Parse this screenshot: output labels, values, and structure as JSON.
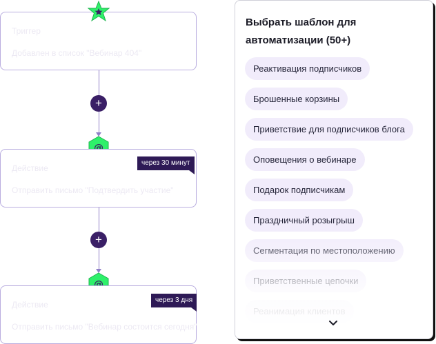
{
  "flow": {
    "cards": [
      {
        "title": "Триггер",
        "desc": "Добавлен в список \"Вебинар 404\""
      },
      {
        "title": "Действие",
        "desc": "Отправить письмо \"Подтвердить участие\""
      },
      {
        "title": "Действие",
        "desc": "Отправить письмо \"Вебинар состоится сегодня\""
      }
    ],
    "delays": [
      "через 30 минут",
      "через 3 дня"
    ],
    "add_icon": "+",
    "email_icon": "@"
  },
  "templates": {
    "title": "Выбрать шаблон для автоматизации (50+)",
    "items": [
      "Реактивация подписчиков",
      "Брошенные корзины",
      "Приветствие для подписчиков блога",
      "Оповещения о вебинаре",
      "Подарок подписчикам",
      "Праздничный розыгрыш",
      "Сегментация по местоположению",
      "Приветственные цепочки",
      "Реанимация клиентов"
    ]
  },
  "colors": {
    "accent_green": "#2ef06a",
    "dark_purple": "#3a1f66",
    "chip_bg": "#f1ecfb"
  },
  "icons": [
    "star-icon",
    "plus-icon",
    "email-at-icon",
    "chevron-down-icon"
  ]
}
